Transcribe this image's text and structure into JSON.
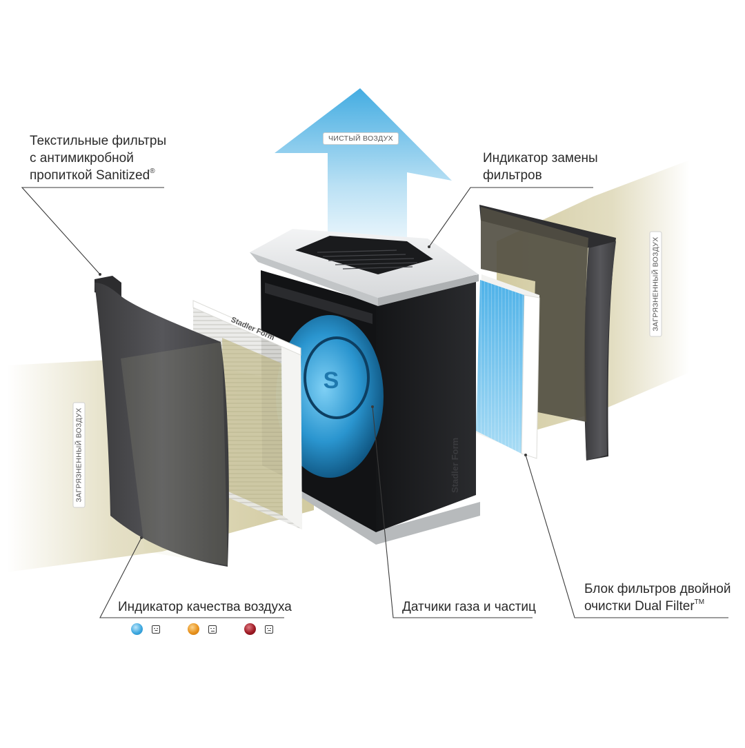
{
  "callouts": {
    "textile_filters": {
      "line1": "Текстильные фильтры",
      "line2": "с антимикробной",
      "line3": "пропиткой Sanitized",
      "mark": "®"
    },
    "filter_indicator": {
      "line1": "Индикатор замены",
      "line2": "фильтров"
    },
    "air_quality_indicator": "Индикатор качества воздуха",
    "sensors": "Датчики газа и частиц",
    "dual_filter": {
      "line1": "Блок фильтров двойной",
      "line2": "очистки Dual Filter",
      "mark": "TM"
    }
  },
  "tags": {
    "clean_air": "ЧИСТЫЙ ВОЗДУХ",
    "dirty_air_left": "ЗАГРЯЗНЕННЫЙ ВОЗДУХ",
    "dirty_air_right": "ЗАГРЯЗНЕННЫЙ ВОЗДУХ"
  },
  "product": {
    "brand": "Stadler Form",
    "fan_logo": "S"
  },
  "legend": [
    {
      "color": "#3fa9e0",
      "mood": "happy"
    },
    {
      "color": "#e8921c",
      "mood": "neutral"
    },
    {
      "color": "#9e1a24",
      "mood": "sad"
    }
  ],
  "colors": {
    "clean_air": "#3aa8e0",
    "dirty_air": "#d9d2ad",
    "device_body": "#1d1e20",
    "device_top": "#e6e8e9",
    "textile": "#4a4a4c",
    "hepa_blue": "#4fb2e8"
  }
}
